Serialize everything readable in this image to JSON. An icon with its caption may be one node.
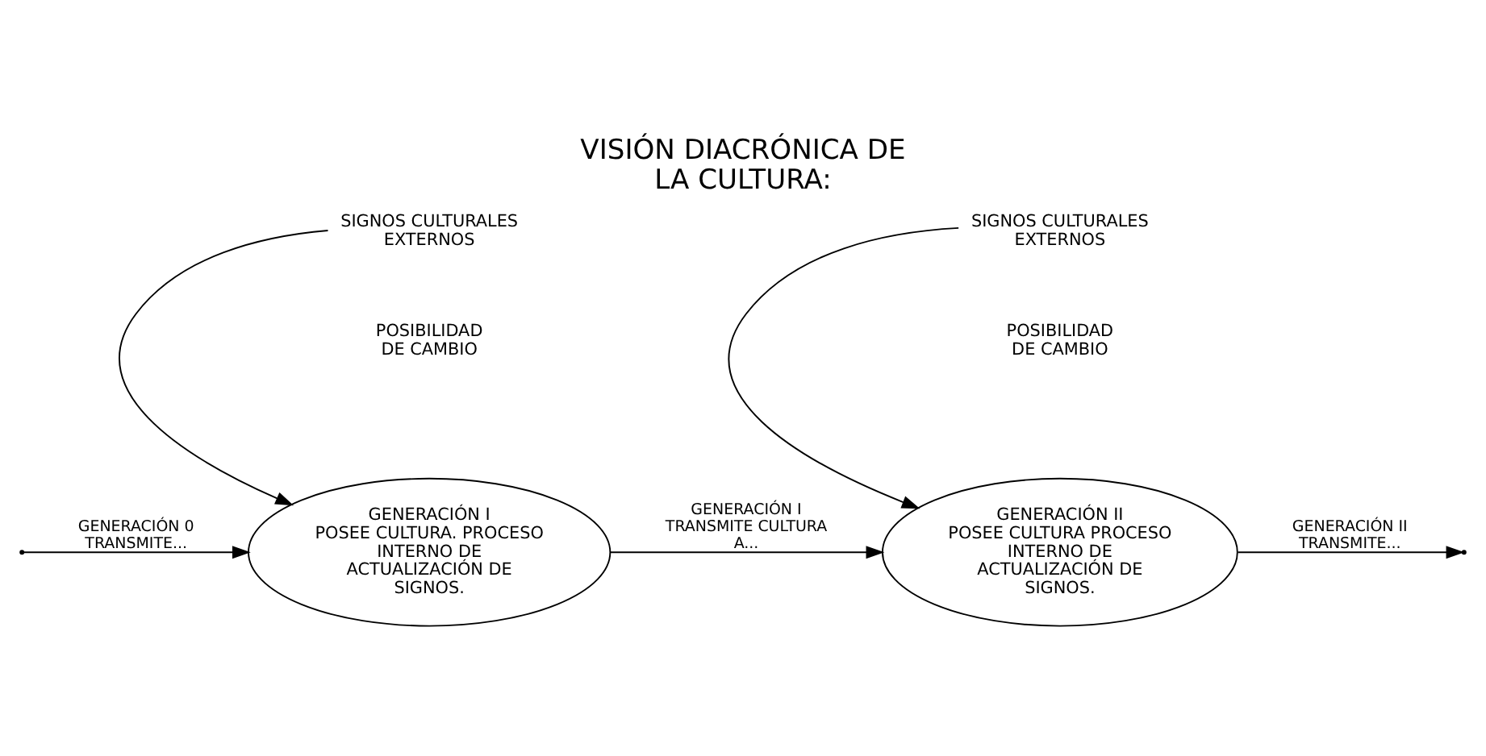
{
  "diagram": {
    "title": "VISIÓN DIACRÓNICA DE LA CULTURA:",
    "nodes": [
      {
        "text": [
          "GENERACIÓN I",
          "POSEE CULTURA. PROCESO INTERNO DE ACTUALIZACIÓN DE SIGNOS."
        ]
      },
      {
        "text": [
          "SIGNOS CULTURALES EXTERNOS"
        ]
      },
      {
        "text": [
          "GENERACIÓN II",
          "POSEE CULTURA PROCESO INTERNO DE ACTUALIZACIÓN DE SIGNOS."
        ]
      },
      {
        "text": [
          "SIGNOS CULTURALES EXTERNOS"
        ]
      }
    ],
    "edges": [
      {
        "from": null,
        "to": 0,
        "arrow": "to",
        "label": "GENERACIÓN 0 TRANSMITE..."
      },
      {
        "from": 0,
        "to": 2,
        "arrow": "to",
        "label": "GENERACIÓN I TRANSMITE CULTURA A..."
      },
      {
        "from": 2,
        "to": null,
        "arrow": "to",
        "label": "GENERACIÓN II TRANSMITE..."
      },
      {
        "from": 1,
        "to": 0,
        "arrow": "to"
      },
      {
        "from": 3,
        "to": 2,
        "arrow": "to"
      }
    ],
    "labels": [
      "POSIBILIDAD DE CAMBIO",
      "POSIBILIDAD DE CAMBIO"
    ]
  }
}
